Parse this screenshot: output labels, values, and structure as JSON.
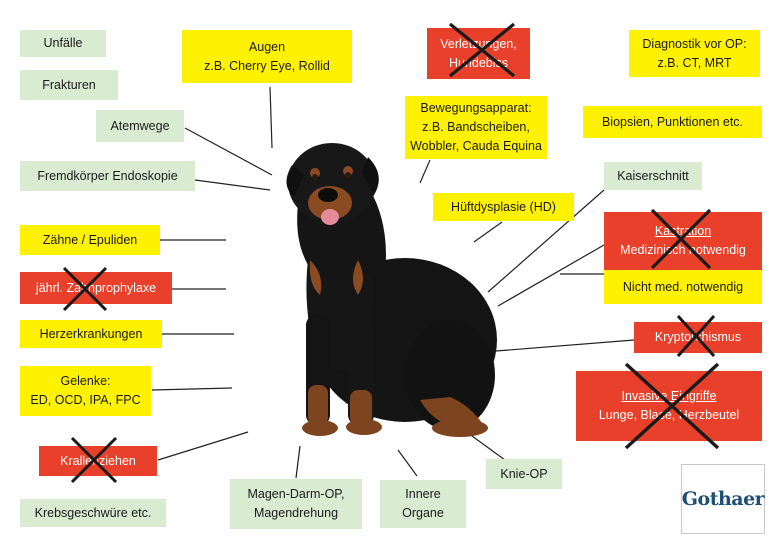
{
  "green_boxes": {
    "unfaelle": "Unfälle",
    "frakturen": "Frakturen",
    "atemwege": "Atemwege",
    "fremdkoerper": "Fremdkörper Endoskopie",
    "krebs": "Krebsgeschwüre etc.",
    "magen_line1": "Magen-Darm-OP,",
    "magen_line2": "Magendrehung",
    "innere_line1": "Innere",
    "innere_line2": "Organe",
    "knie": "Knie-OP",
    "kaiserschnitt": "Kaiserschnitt"
  },
  "yellow_boxes": {
    "augen_line1": "Augen",
    "augen_line2": "z.B. Cherry Eye, Rollid",
    "bewegung_line1": "Bewegungsapparat:",
    "bewegung_line2": "z.B. Bandscheiben,",
    "bewegung_line3": "Wobbler, Cauda Equina",
    "diagnostik_line1": "Diagnostik vor OP:",
    "diagnostik_line2": "z.B. CT, MRT",
    "biopsien": "Biopsien, Punktionen etc.",
    "hueft": "Hüftdysplasie (HD)",
    "zaehne": "Zähne / Epuliden",
    "herz": "Herzerkrankungen",
    "gelenke_line1": "Gelenke:",
    "gelenke_line2": "ED, OCD, IPA, FPC",
    "nicht_med": "Nicht med. notwendig"
  },
  "red_boxes": {
    "verletzungen_line1": "Verletzungen,",
    "verletzungen_line2": "Hundebiss",
    "zahnprophylaxe": "jährl. Zahnprophylaxe",
    "krallen": "Krallenziehen",
    "kastration_line1": "Kastration",
    "kastration_line2": "Medizinisch notwendig",
    "kryptorchismus": "Kryptorchismus",
    "invasive_line1": "Invasive Eingriffe",
    "invasive_line2": "Lunge, Blase, Herzbeutel"
  },
  "logo": {
    "text": "Gothaer"
  },
  "colors": {
    "green": "#d9ecd2",
    "yellow": "#fff200",
    "red": "#e8402a",
    "cross": "#1a1a1a",
    "logo_blue": "#1c4f75"
  }
}
